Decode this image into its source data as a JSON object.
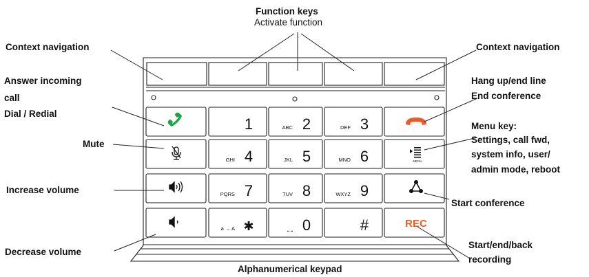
{
  "labels": {
    "function_keys": "Function keys",
    "activate_function": "Activate function",
    "context_nav_left": "Context navigation",
    "context_nav_right": "Context navigation",
    "answer_line1": "Answer incoming",
    "answer_line2": "call",
    "dial_redial": "Dial / Redial",
    "mute": "Mute",
    "increase_volume": "Increase volume",
    "decrease_volume": "Decrease volume",
    "hang_up": "Hang up/end line",
    "end_conference": "End conference",
    "menu_line1": "Menu key:",
    "menu_line2": "Settings, call fwd,",
    "menu_line3": "system info, user/",
    "menu_line4": "admin mode, reboot",
    "start_conference": "Start conference",
    "recording_line1": "Start/end/back",
    "recording_line2": "recording",
    "alphanumeric_keypad": "Alphanumerical keypad"
  },
  "keys": {
    "k1": {
      "digit": "1",
      "letters": ""
    },
    "k2": {
      "digit": "2",
      "letters": "ABC"
    },
    "k3": {
      "digit": "3",
      "letters": "DEF"
    },
    "k4": {
      "digit": "4",
      "letters": "GHI"
    },
    "k5": {
      "digit": "5",
      "letters": "JKL"
    },
    "k6": {
      "digit": "6",
      "letters": "MNO"
    },
    "k7": {
      "digit": "7",
      "letters": "PQRS"
    },
    "k8": {
      "digit": "8",
      "letters": "TUV"
    },
    "k9": {
      "digit": "9",
      "letters": "WXYZ"
    },
    "star": {
      "digit": "✱",
      "letters": "a → A"
    },
    "k0": {
      "digit": "0",
      "letters": "⎵ ⎵"
    },
    "hash": {
      "digit": "#",
      "letters": ""
    }
  },
  "rec_label": "REC",
  "menu_small": "MENU",
  "icons": [
    "answer-phone-icon",
    "hangup-phone-icon",
    "mute-mic-icon",
    "menu-icon",
    "volume-up-icon",
    "conference-icon",
    "volume-down-icon"
  ],
  "colors": {
    "answer": "#1fa346",
    "hangup": "#ee5a24",
    "rec": "#ee5a24",
    "line": "#222222"
  }
}
